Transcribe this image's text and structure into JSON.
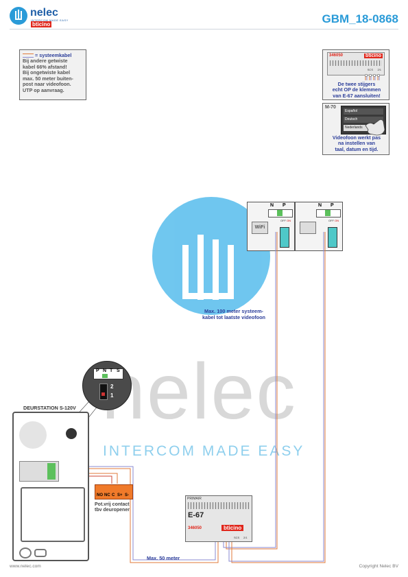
{
  "header": {
    "brand": "nelec",
    "tagline": "INTERCOM MADE EASY",
    "partner": "bticino",
    "doc_code": "GBM_18-0868"
  },
  "cable_note": {
    "legend_label": "= systeemkabel",
    "body": "Bij andere getwiste\nkabel 66% afstand!\nBij ongetwiste kabel\nmax. 50 meter buiten-\npost naar videofoon.\nUTP op aanvraag."
  },
  "module_box": {
    "part_number": "346050",
    "brand": "bticino",
    "terminal_labels": [
      "SCS",
      "2/1"
    ],
    "note": "De twee stijgers\necht OP de klemmen\nvan E-67 aansluiten!"
  },
  "m70_box": {
    "title": "M-70",
    "languages": [
      "Español",
      "Deutsch",
      "Nederlands"
    ],
    "note": "Videofoon werkt pas\nna instellen van\ntaal, datum en tijd."
  },
  "videophones": [
    {
      "terminals": [
        "N",
        "P"
      ],
      "switch": [
        "OFF",
        "ON"
      ],
      "icon": "WiFi"
    },
    {
      "terminals": [
        "N",
        "P"
      ],
      "switch": [
        "OFF",
        "ON"
      ],
      "icon": ""
    }
  ],
  "cable_labels": {
    "riser": "Max. 100 meter systeem-\nkabel tot laatste videofoon",
    "door": "Max. 50 meter"
  },
  "door_station": {
    "title": "DEURSTATION S-120V",
    "config_terminals": [
      "P",
      "N",
      "T",
      "S"
    ],
    "config_values": [
      "2",
      "1"
    ]
  },
  "relay": {
    "terminals": [
      "NO",
      "NC",
      "C",
      "S+",
      "S-"
    ],
    "note": "Pot.vrij contact\ntbv deuropener"
  },
  "power_supply": {
    "top_label": "PRIMAIR",
    "model": "E-67",
    "part_number": "346050",
    "brand": "bticino",
    "terminals": [
      "SCS",
      "2/1"
    ]
  },
  "watermark": {
    "brand": "nelec",
    "tagline": "INTERCOM MADE EASY"
  },
  "footer": {
    "website": "www.nelec.com",
    "copyright": "Copyright Nelec BV"
  },
  "colors": {
    "accent": "#2a9bd8",
    "title_blue": "#2c3e9a",
    "wire_orange": "#e07a3a",
    "wire_blue": "#8a8ad0",
    "relay_orange": "#f07a2a",
    "brand_red": "#e0261b"
  }
}
